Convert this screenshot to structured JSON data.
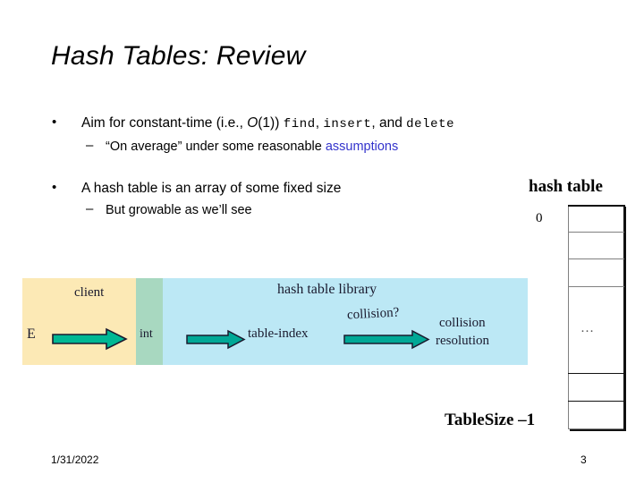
{
  "slide": {
    "title": "Hash Tables: Review",
    "bullets": [
      {
        "marker": "•",
        "parts": [
          {
            "text": "Aim for constant-time (i.e., ",
            "style": "plain"
          },
          {
            "text": "O",
            "style": "italic"
          },
          {
            "text": "(1)) ",
            "style": "plain"
          },
          {
            "text": "find",
            "style": "mono"
          },
          {
            "text": ", ",
            "style": "plain"
          },
          {
            "text": "insert",
            "style": "mono"
          },
          {
            "text": ", and ",
            "style": "plain"
          },
          {
            "text": "delete",
            "style": "mono"
          }
        ],
        "sub": {
          "marker": "–",
          "parts": [
            {
              "text": "“On average” under some reasonable ",
              "style": "plain"
            },
            {
              "text": "assumptions",
              "style": "blue"
            }
          ]
        }
      },
      {
        "marker": "•",
        "parts": [
          {
            "text": "A hash table is an array of some fixed size",
            "style": "plain"
          }
        ],
        "sub": {
          "marker": "–",
          "parts": [
            {
              "text": "But growable as we’ll see",
              "style": "plain"
            }
          ]
        }
      }
    ],
    "text_literals": {
      "bullet1_line": "Aim for constant-time (i.e., O(1)) find, insert, and delete",
      "bullet1_sub": "“On average” under some reasonable assumptions",
      "bullet2_line": "A hash table is an array of some fixed size",
      "bullet2_sub": "But growable as we’ll see"
    },
    "footer": {
      "date": "1/31/2022",
      "page_number": "3"
    }
  },
  "diagram": {
    "regions": [
      {
        "name": "client",
        "label": "client",
        "color": "#fce9b5"
      },
      {
        "name": "int-boundary",
        "label": "int",
        "color": "#a8d8c0"
      },
      {
        "name": "hash-table-library",
        "label": "hash table library",
        "color": "#bce8f5"
      }
    ],
    "labels": {
      "client": "client",
      "library": "hash table library",
      "input": "E",
      "int": "int",
      "table_index": "table-index",
      "collision_question": "collision?",
      "collision_resolution_line1": "collision",
      "collision_resolution_line2": "resolution"
    },
    "arrow_color": "#00b894",
    "arrow_color_dark": "#00a896",
    "arrow_outline": "#1a1a2e"
  },
  "hash_table": {
    "title": "hash table",
    "first_index": "0",
    "last_index": "TableSize –1",
    "ellipsis": "…",
    "cell_count": 6,
    "border_color": "#808080",
    "shadow_color": "#111111"
  },
  "colors": {
    "accent_blue_text": "#3333cc",
    "client_band": "#fce9b5",
    "int_band": "#a8d8c0",
    "library_band": "#bce8f5",
    "arrow_fill": "#00b894"
  }
}
